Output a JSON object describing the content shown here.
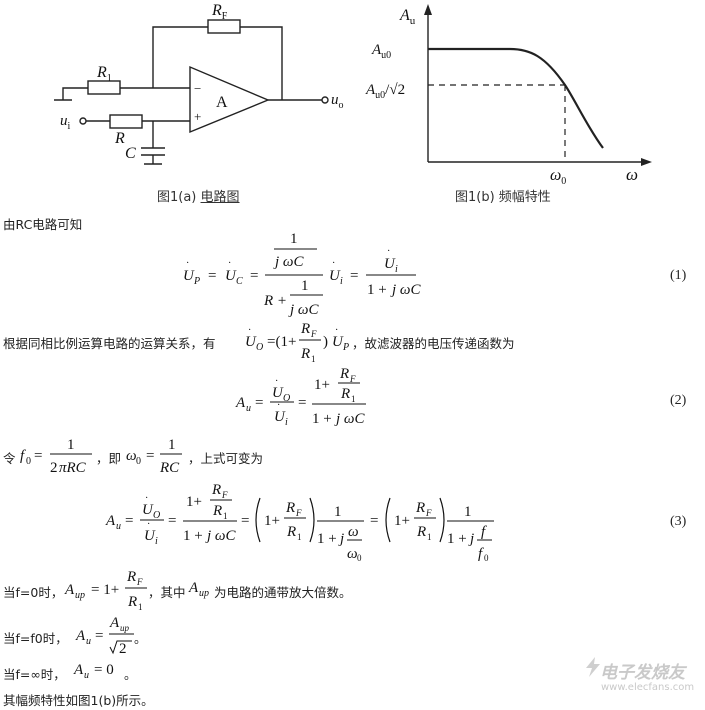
{
  "figure_a": {
    "caption_prefix": "图1(a) ",
    "caption_link": "电路图",
    "labels": {
      "rf": "R",
      "rf_sub": "F",
      "r1": "R",
      "r1_sub": "1",
      "r": "R",
      "c": "C",
      "amp": "A",
      "minus": "−",
      "plus": "+",
      "ui": "u",
      "ui_sub": "i",
      "uo": "u",
      "uo_sub": "o"
    }
  },
  "figure_b": {
    "caption": "图1(b) 频幅特性",
    "y_axis": "A",
    "y_axis_sub": "u",
    "x_axis": "ω",
    "level1": "A",
    "level1_sub": "u0",
    "level2": "A",
    "level2_sub": "u0",
    "level2_tail": "/√2",
    "cutoff": "ω",
    "cutoff_sub": "0"
  },
  "text": {
    "intro": "由RC电路可知",
    "line2_pre": "根据同相比例运算电路的运算关系，有",
    "line2_post": "，故滤波器的电压传递函数为",
    "line3_pre": "令",
    "line3_mid": "，即",
    "line3_post": "，上式可变为",
    "case1_pre": "当f=0时，",
    "case1_mid": "，其中",
    "case1_post": "为电路的通带放大倍数。",
    "case2_pre": "当f=f0时，",
    "case2_post": "。",
    "case3_pre": "当f=∞时，",
    "case3_post": "。",
    "last": "其幅频特性如图1(b)所示。"
  },
  "equations": {
    "eq1": "(1)",
    "eq2": "(2)",
    "eq3": "(3)"
  },
  "watermark": {
    "brand": "电子发烧友",
    "url": "www.elecfans.com"
  }
}
